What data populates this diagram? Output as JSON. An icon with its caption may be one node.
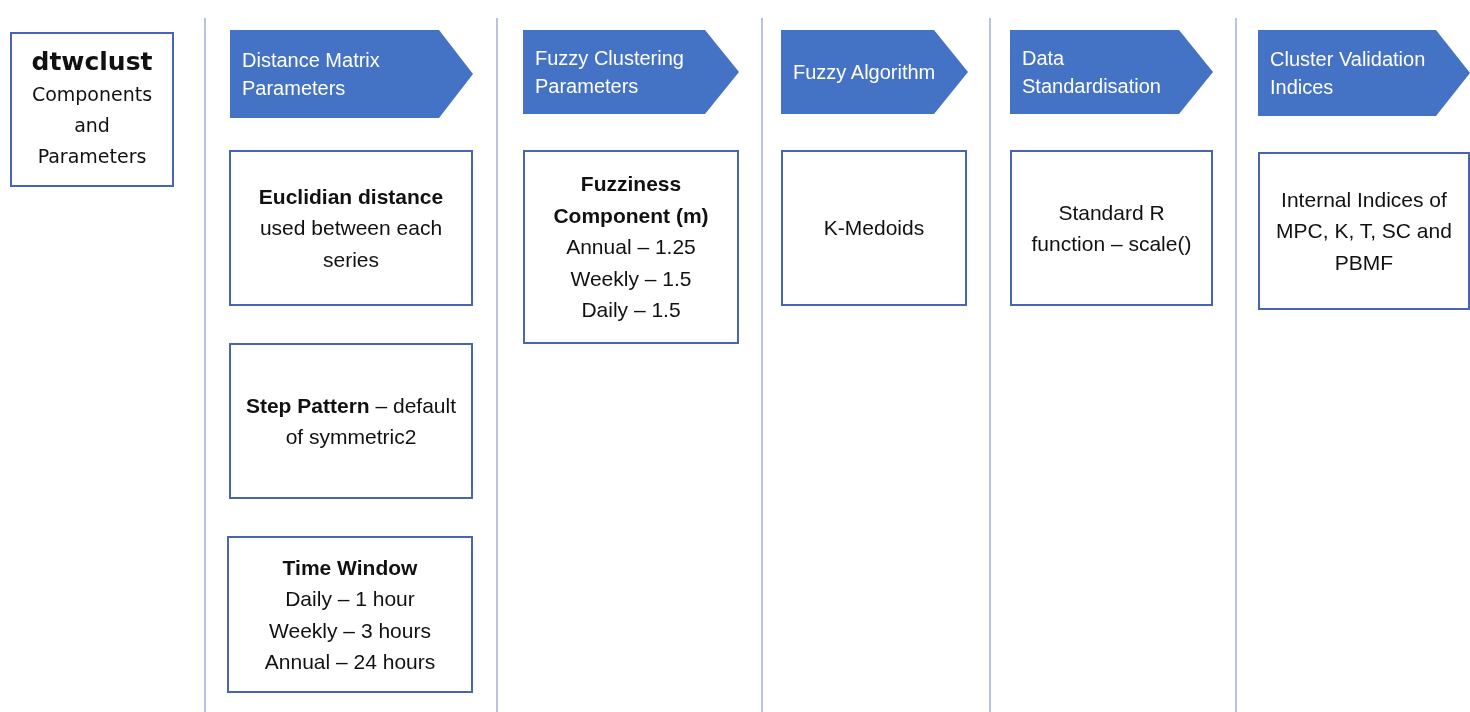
{
  "diagram": {
    "nodes": [
      {
        "text": [
          "dtwclust",
          "Components and Parameters"
        ]
      },
      {
        "text": [
          "Distance Matrix Parameters"
        ]
      },
      {
        "text": [
          "Euclidian distance",
          "used between each series"
        ]
      },
      {
        "text": [
          "**Step Pattern** – default of symmetric2"
        ]
      },
      {
        "text": [
          "Time Window",
          "Daily – 1 hour",
          "Weekly – 3 hours",
          "Annual – 24 hours"
        ]
      },
      {
        "text": [
          "Fuzzy Clustering Parameters"
        ]
      },
      {
        "text": [
          "Fuzziness Component (m)",
          "Annual – 1.25",
          "Weekly – 1.5",
          "Daily – 1.5"
        ]
      },
      {
        "text": [
          "Fuzzy Algorithm"
        ]
      },
      {
        "text": [
          "K-Medoids"
        ]
      },
      {
        "text": [
          "Data Standardisation"
        ]
      },
      {
        "text": [
          "Standard R function – scale()"
        ]
      },
      {
        "text": [
          "Cluster Validation Indices"
        ]
      },
      {
        "text": [
          "Internal Indices of MPC, K, T, SC and PBMF"
        ]
      }
    ],
    "edges": []
  }
}
